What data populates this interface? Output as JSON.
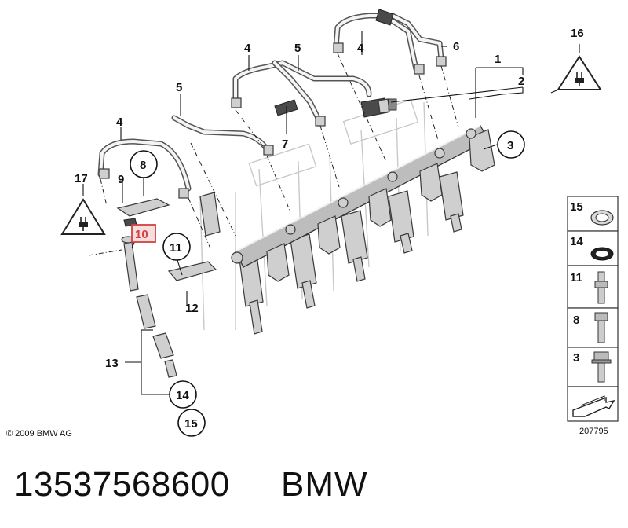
{
  "diagram": {
    "copyright": "© 2009 BMW AG",
    "figure_id": "207795",
    "callouts": {
      "c1": "1",
      "c2": "2",
      "c3": "3",
      "c4a": "4",
      "c4b": "4",
      "c4c": "4",
      "c5a": "5",
      "c5b": "5",
      "c6": "6",
      "c7": "7",
      "c8": "8",
      "c9": "9",
      "c10": "10",
      "c11": "11",
      "c12": "12",
      "c13": "13",
      "c14": "14",
      "c15": "15",
      "c16": "16",
      "c17": "17"
    },
    "legend_panel": [
      "15",
      "14",
      "11",
      "8",
      "3"
    ],
    "highlighted_callout": "10",
    "highlight_color": "#d0413f"
  },
  "footer": {
    "part_number": "13537568600",
    "brand": "BMW"
  }
}
